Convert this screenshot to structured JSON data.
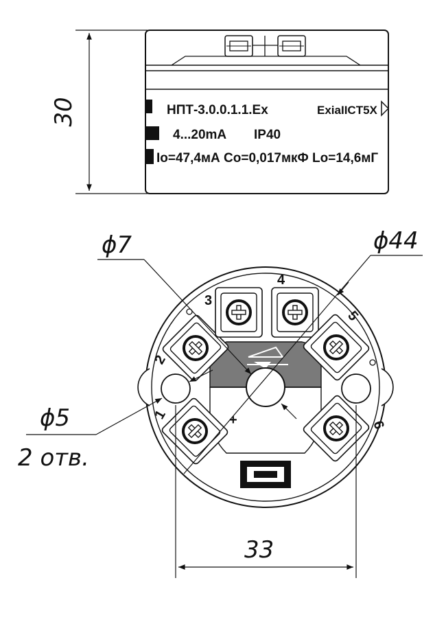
{
  "side_view": {
    "height_dim": "30",
    "line1_model": "НПТ-3.0.0.1.1.Ex",
    "line1_marking": "ExiaIICT5X",
    "line2_output": "4...20mA",
    "line2_ip": "IP40",
    "line3_params": "Io=47,4мА  Co=0,017мкФ  Lo=14,6мГ"
  },
  "top_view": {
    "hole_center_dim": "ϕ7",
    "outer_dim": "ϕ44",
    "mount_hole_dim": "ϕ5",
    "mount_hole_count": "2 отв.",
    "spacing_dim": "33",
    "plus_sign": "+",
    "terminals": [
      "1",
      "2",
      "3",
      "4",
      "5",
      "6"
    ]
  }
}
